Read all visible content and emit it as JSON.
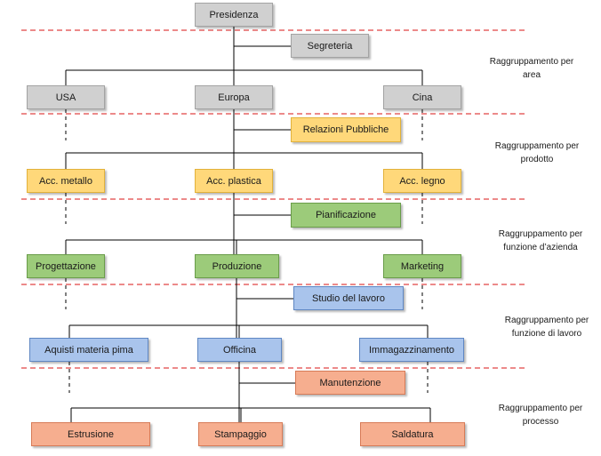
{
  "diagram": {
    "root": "Presidenza",
    "levels": [
      {
        "assistant": "Segreteria",
        "units": [
          "USA",
          "Europa",
          "Cina"
        ],
        "label_lines": [
          "Raggruppamento per",
          "area"
        ]
      },
      {
        "assistant": "Relazioni Pubbliche",
        "units": [
          "Acc. metallo",
          "Acc. plastica",
          "Acc. legno"
        ],
        "label_lines": [
          "Raggruppamento per",
          "prodotto"
        ]
      },
      {
        "assistant": "Pianificazione",
        "units": [
          "Progettazione",
          "Produzione",
          "Marketing"
        ],
        "label_lines": [
          "Raggruppamento per",
          "funzione d’azienda"
        ]
      },
      {
        "assistant": "Studio del lavoro",
        "units": [
          "Aquisti materia pima",
          "Officina",
          "Immagazzinamento"
        ],
        "label_lines": [
          "Raggruppamento per",
          "funzione di lavoro"
        ]
      },
      {
        "assistant": "Manutenzione",
        "units": [
          "Estrusione",
          "Stampaggio",
          "Saldatura"
        ],
        "label_lines": [
          "Raggruppamento per",
          "processo"
        ]
      }
    ]
  }
}
